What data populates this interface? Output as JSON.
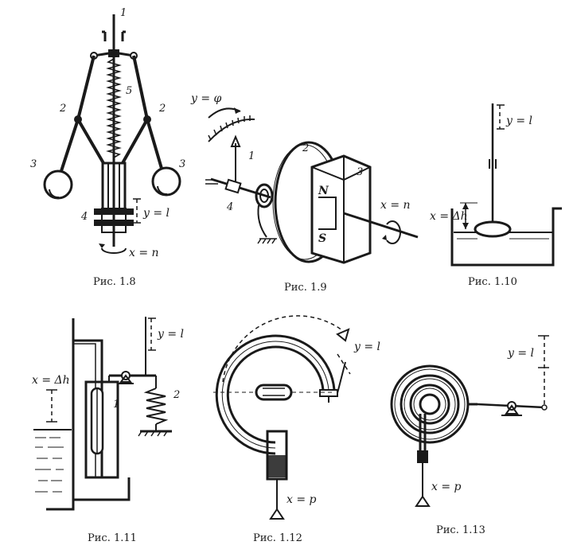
{
  "figures": [
    {
      "caption": "Рис. 1.8",
      "labels": {
        "axis_top": "1",
        "lever": "2",
        "lever_right": "2",
        "ball_left": "3",
        "ball_right": "3",
        "clutch": "4",
        "spring": "5",
        "output": "y = l",
        "input": "x = n"
      }
    },
    {
      "caption": "Рис. 1.9",
      "labels": {
        "output": "y = φ",
        "needle": "1",
        "disc": "2",
        "magnet": "3",
        "spring": "4",
        "input": "x = n",
        "pole_n": "N",
        "pole_s": "S"
      }
    },
    {
      "caption": "Рис. 1.10",
      "labels": {
        "output": "y = l",
        "input": "x = Δh"
      }
    },
    {
      "caption": "Рис. 1.11",
      "labels": {
        "input": "x = Δh",
        "output": "y = l",
        "float": "1",
        "spring": "2"
      }
    },
    {
      "caption": "Рис. 1.12",
      "labels": {
        "output": "y = l",
        "input": "x = p"
      }
    },
    {
      "caption": "Рис. 1.13",
      "labels": {
        "output": "y = l",
        "input": "x = p"
      }
    }
  ]
}
